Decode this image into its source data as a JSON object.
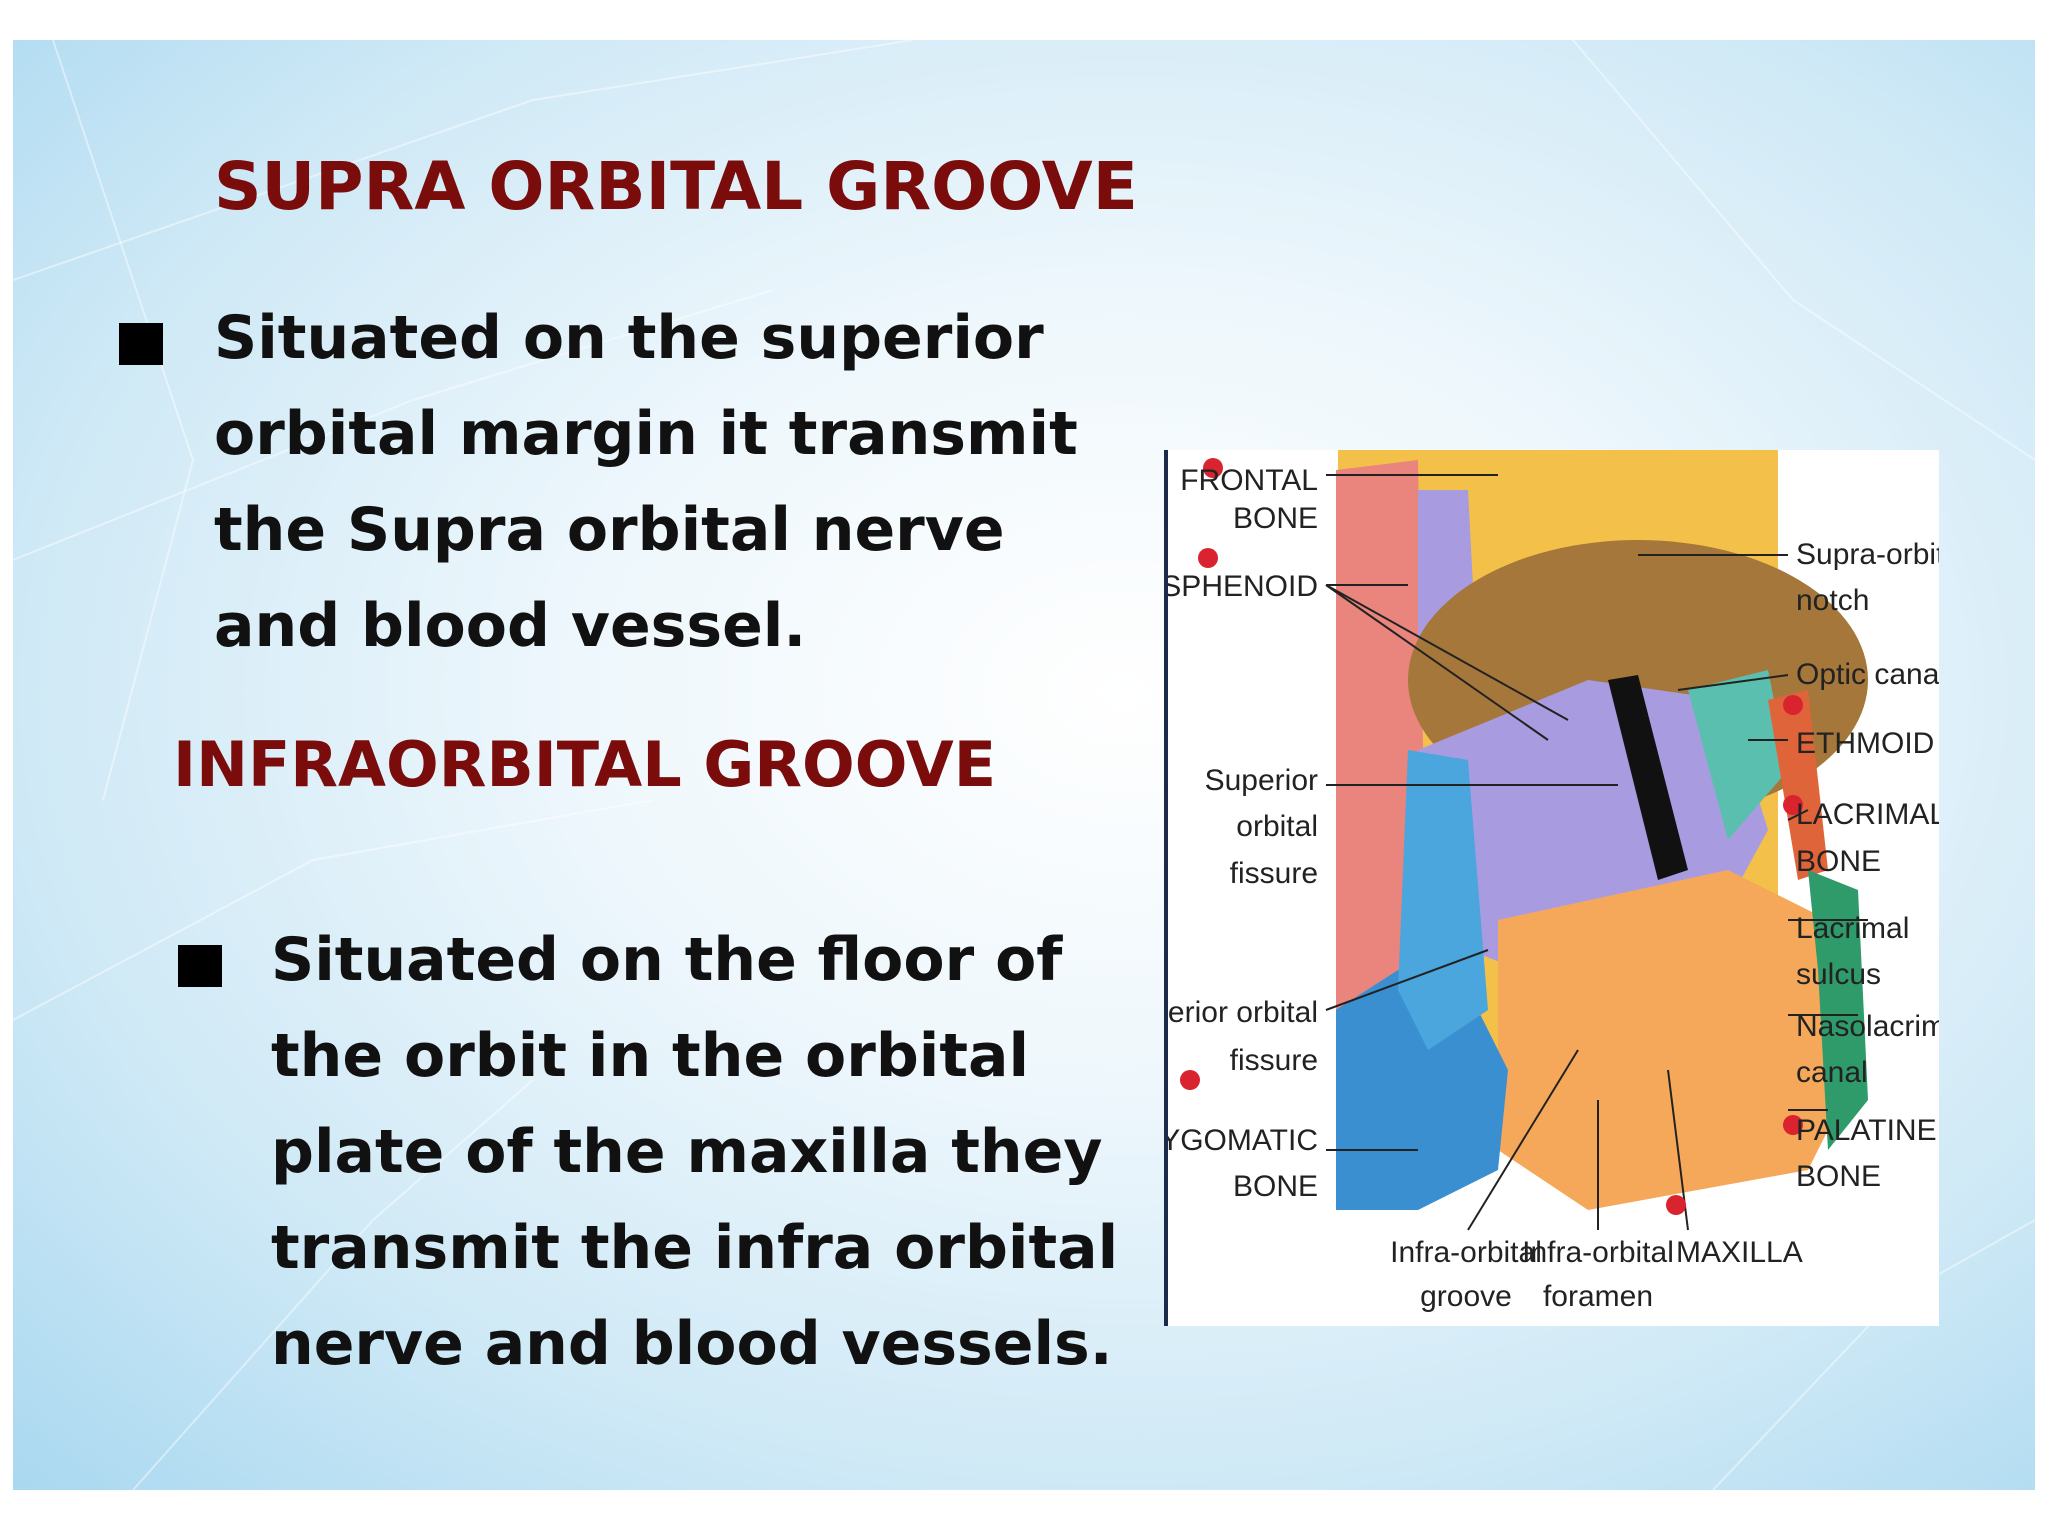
{
  "slide": {
    "title": "SUPRA ORBITAL GROOVE",
    "point1": "Situated on the superior orbital margin it transmit the Supra orbital nerve and blood vessel.",
    "subtitle": "INFRAORBITAL GROOVE",
    "point2": "Situated on the floor of the orbit in the orbital plate of the maxilla they transmit the infra orbital nerve and blood vessels."
  },
  "diagram": {
    "left_labels": {
      "frontal_1": "FRONTAL",
      "frontal_2": "BONE",
      "sphenoid": "SPHENOID",
      "sup_fissure_1": "Superior",
      "sup_fissure_2": "orbital",
      "sup_fissure_3": "fissure",
      "inf_fissure_1": "Inferior orbital",
      "inf_fissure_2": "fissure",
      "zygomatic_1": "ZYGOMATIC",
      "zygomatic_2": "BONE"
    },
    "right_labels": {
      "supraorbital_1": "Supra-orbital",
      "supraorbital_2": "notch",
      "optic": "Optic canal",
      "ethmoid": "ETHMOID",
      "lacrimal_1": "LACRIMAL",
      "lacrimal_2": "BONE",
      "lac_sulcus_1": "Lacrimal",
      "lac_sulcus_2": "sulcus",
      "nasolacrimal_1": "Nasolacrimal",
      "nasolacrimal_2": "canal",
      "palatine_1": "PALATINE",
      "palatine_2": "BONE"
    },
    "bottom_labels": {
      "io_groove_1": "Infra-orbital",
      "io_groove_2": "groove",
      "io_foramen_1": "Infra-orbital",
      "io_foramen_2": "foramen",
      "maxilla": "MAXILLA"
    },
    "colors": {
      "frontal": "#f3c14a",
      "sphenoid": "#a99be0",
      "zygomatic": "#3a8fd0",
      "maxilla": "#f6a85a",
      "ethmoid": "#5bbfb0",
      "lacrimal": "#e0643a",
      "pin": "#d9232f",
      "title": "#7a0c0c"
    }
  }
}
